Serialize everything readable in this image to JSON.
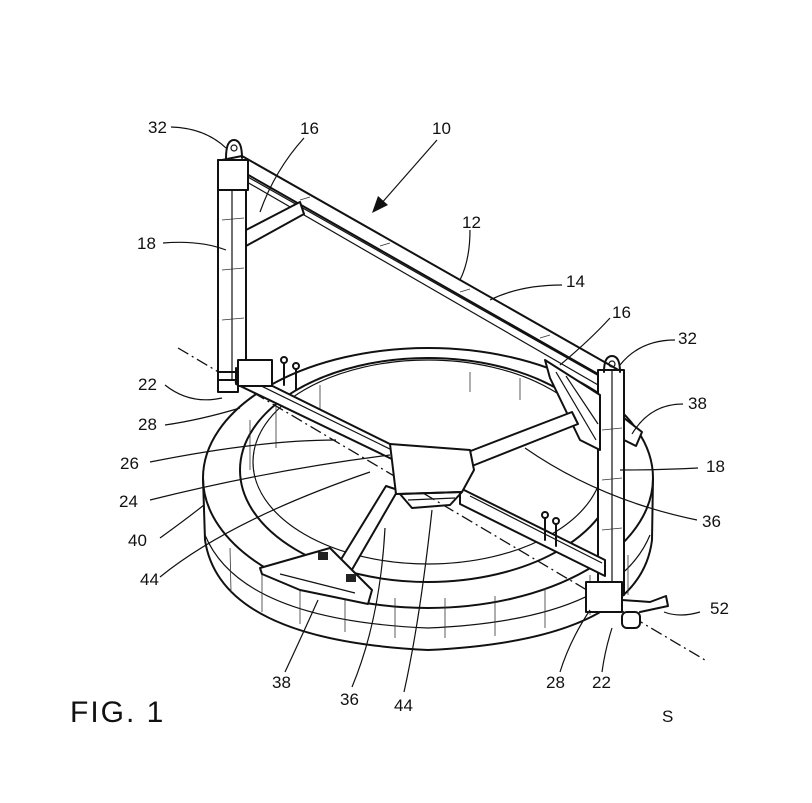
{
  "figure": {
    "caption": "FIG. 1",
    "axis_label": "S"
  },
  "reference_numerals": {
    "n10": "10",
    "n12": "12",
    "n14": "14",
    "n16a": "16",
    "n16b": "16",
    "n18a": "18",
    "n18b": "18",
    "n22a": "22",
    "n22b": "22",
    "n24": "24",
    "n26": "26",
    "n28a": "28",
    "n28b": "28",
    "n32a": "32",
    "n32b": "32",
    "n36a": "36",
    "n36b": "36",
    "n38a": "38",
    "n38b": "38",
    "n40": "40",
    "n44a": "44",
    "n44b": "44",
    "n52": "52"
  }
}
